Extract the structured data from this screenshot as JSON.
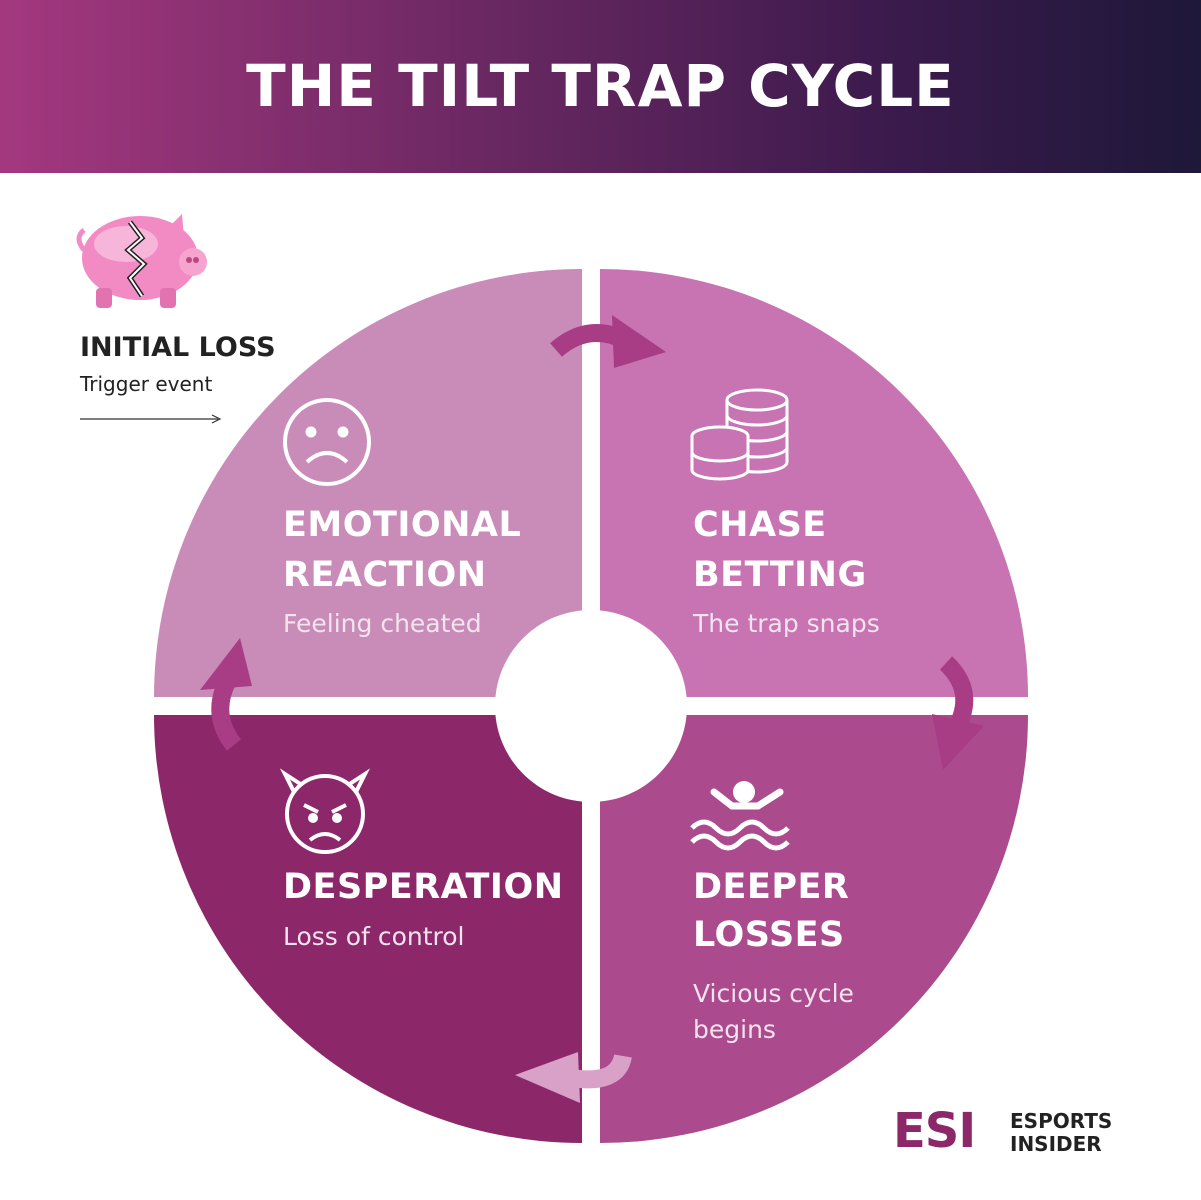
{
  "header": {
    "title": "THE TILT TRAP CYCLE"
  },
  "trigger": {
    "title": "INITIAL LOSS",
    "subtitle": "Trigger event",
    "icon": "broken-piggy-bank-icon"
  },
  "quadrants": [
    {
      "title_line1": "EMOTIONAL",
      "title_line2": "REACTION",
      "subtitle": "Feeling cheated",
      "icon": "sad-face-icon",
      "color": "#c98cb8"
    },
    {
      "title_line1": "CHASE",
      "title_line2": "BETTING",
      "subtitle": "The trap snaps",
      "icon": "coin-stacks-icon",
      "color": "#c874b2"
    },
    {
      "title_line1": "DEEPER",
      "title_line2": "LOSSES",
      "subtitle_line1": "Vicious cycle",
      "subtitle_line2": "begins",
      "icon": "drowning-swimmer-icon",
      "color": "#ab4a8d"
    },
    {
      "title_line1": "DESPERATION",
      "subtitle": "Loss of control",
      "icon": "angry-devil-face-icon",
      "color": "#8c2869"
    }
  ],
  "brand": {
    "logo_text": "ESI",
    "line1": "ESPORTS",
    "line2": "INSIDER",
    "color": "#8c2869"
  },
  "colors": {
    "header_start": "#a4387f",
    "header_end": "#1e1839",
    "arrow": "#a83c85",
    "arrow_light": "#d9a0c8"
  }
}
